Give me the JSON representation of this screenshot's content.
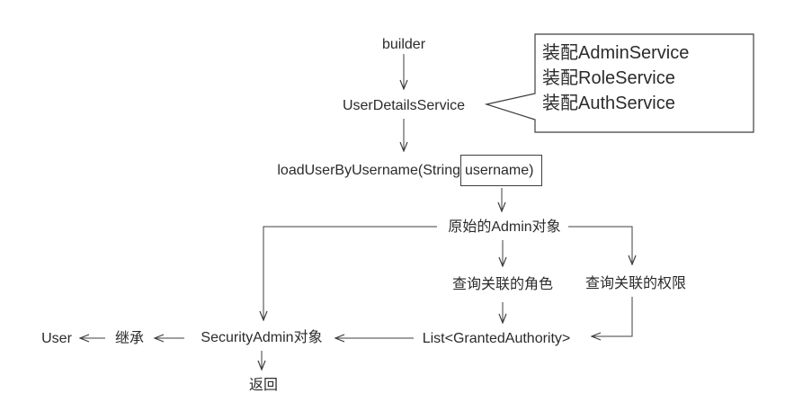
{
  "diagram": {
    "nodes": {
      "builder": "builder",
      "user_details_service": "UserDetailsService",
      "load_user_prefix": "loadUserByUsername(String",
      "username_boxed": "username)",
      "raw_admin_object": "原始的Admin对象",
      "query_related_roles": "查询关联的角色",
      "query_related_permissions": "查询关联的权限",
      "granted_authority_list": "List<GrantedAuthority>",
      "security_admin_object": "SecurityAdmin对象",
      "inherit": "继承",
      "user": "User",
      "return": "返回"
    },
    "callout": {
      "lines": [
        "装配AdminService",
        "装配RoleService",
        "装配AuthService"
      ]
    },
    "colors": {
      "line": "#3f3f3f",
      "text": "#2b2b2b",
      "background": "#ffffff"
    }
  }
}
